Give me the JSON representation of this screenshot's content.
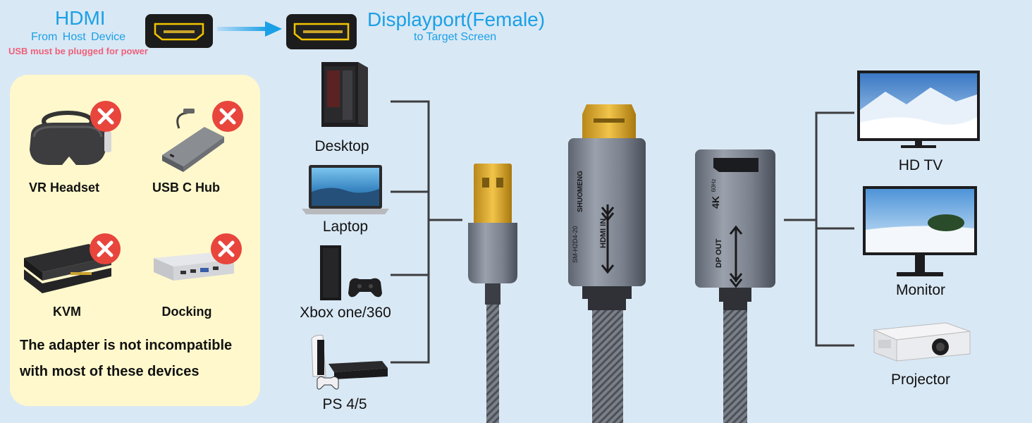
{
  "header": {
    "hdmi_title": "HDMI",
    "hdmi_subtitle": "From  Host  Device",
    "usb_note": "USB must be plugged for power",
    "dp_title": "Displayport(Female)",
    "dp_subtitle": "to Target Screen"
  },
  "incompatible": {
    "devices": [
      "VR Headset",
      "USB C Hub",
      "KVM",
      "Docking"
    ],
    "warning_line1": "The adapter is not incompatible",
    "warning_line2": "with most of these devices"
  },
  "sources": [
    "Desktop",
    "Laptop",
    "Xbox one/360",
    "PS 4/5"
  ],
  "targets": [
    "HD TV",
    "Monitor",
    "Projector"
  ],
  "cable": {
    "brand": "SHUOMENG",
    "model": "SM-H2D4-20",
    "hdmi_in_label": "HDMI IN",
    "resolution": "4K",
    "refresh": "60Hz",
    "dp_out_label": "DP OUT"
  },
  "colors": {
    "accent_blue": "#1aa0e6",
    "note_pink": "#f0607a",
    "background": "#d9e8f5",
    "panel": "#fff8cc",
    "x_mark": "#e8453c"
  }
}
